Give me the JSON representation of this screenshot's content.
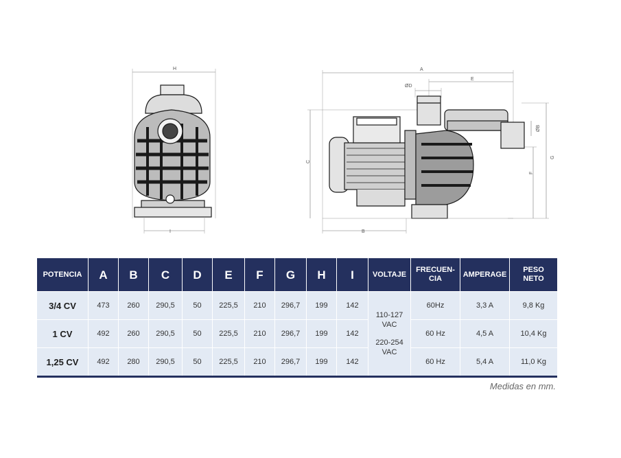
{
  "drawing": {
    "front_labels": {
      "h": "H",
      "i": "I"
    },
    "side_labels": {
      "a": "A",
      "e": "E",
      "d": "ØD",
      "b_dia": "ØB",
      "c": "C",
      "f": "F",
      "g": "G",
      "b": "B"
    }
  },
  "table": {
    "headers": [
      "POTENCIA",
      "A",
      "B",
      "C",
      "D",
      "E",
      "F",
      "G",
      "H",
      "I",
      "VOLTAJE",
      "FRECUEN-\nCIA",
      "AMPERAGE",
      "PESO\nNETO"
    ],
    "rows": [
      {
        "potencia": "3/4 CV",
        "a": "473",
        "b": "260",
        "c": "290,5",
        "d": "50",
        "e": "225,5",
        "f": "210",
        "g": "296,7",
        "h": "199",
        "i": "142",
        "frecuencia": "60Hz",
        "amperage": "3,3 A",
        "peso": "9,8 Kg"
      },
      {
        "potencia": "1 CV",
        "a": "492",
        "b": "260",
        "c": "290,5",
        "d": "50",
        "e": "225,5",
        "f": "210",
        "g": "296,7",
        "h": "199",
        "i": "142",
        "frecuencia": "60 Hz",
        "amperage": "4,5 A",
        "peso": "10,4 Kg"
      },
      {
        "potencia": "1,25 CV",
        "a": "492",
        "b": "280",
        "c": "290,5",
        "d": "50",
        "e": "225,5",
        "f": "210",
        "g": "296,7",
        "h": "199",
        "i": "142",
        "frecuencia": "60 Hz",
        "amperage": "5,4 A",
        "peso": "11,0 Kg"
      }
    ],
    "voltaje": {
      "v1a": "110-127",
      "v1b": "VAC",
      "v2a": "220-254",
      "v2b": "VAC"
    }
  },
  "footnote": "Medidas en mm."
}
